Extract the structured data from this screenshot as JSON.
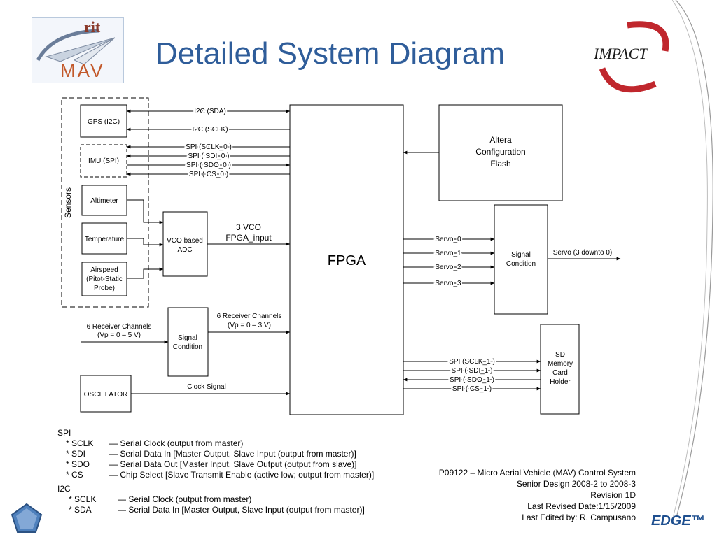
{
  "slide": {
    "title": "Detailed System Diagram",
    "logo_left_text": [
      "rit",
      "MAV"
    ],
    "logo_right_text": "IMPACT",
    "brand": "EDGE™"
  },
  "diagram": {
    "sensors_label": "Sensors",
    "blocks": {
      "gps": "GPS (I2C)",
      "imu": "IMU (SPI)",
      "altimeter": "Altimeter",
      "temperature": "Temperature",
      "airspeed": [
        "Airspeed",
        "(Pitot-Static",
        "Probe)"
      ],
      "vco_adc": [
        "VCO based",
        "ADC"
      ],
      "signal_condition_rx": [
        "Signal",
        "Condition"
      ],
      "oscillator": "OSCILLATOR",
      "fpga": "FPGA",
      "altera": [
        "Altera",
        "Configuration",
        "Flash"
      ],
      "signal_condition_servo": [
        "Signal",
        "Condition"
      ],
      "sd_card": [
        "SD",
        "Memory",
        "Card",
        "Holder"
      ]
    },
    "signals": {
      "i2c_sda": "I2C (SDA)",
      "i2c_sclk": "I2C (SCLK)",
      "spi_sclk_0": "SPI (SCLK_0 )",
      "spi_sdi_0": "SPI ( SDI_0 )",
      "spi_sdo_0": "SPI ( SDO_0 )",
      "spi_cs_0": "SPI (  CS_0 )",
      "vco": [
        "3 VCO",
        "FPGA_input"
      ],
      "rx_in": [
        "6 Receiver Channels",
        "(Vp = 0 – 5 V)"
      ],
      "rx_out": [
        "6 Receiver Channels",
        "(Vp = 0 – 3 V)"
      ],
      "clock": "Clock Signal",
      "servo_0": "Servo_0",
      "servo_1": "Servo_1",
      "servo_2": "Servo_2",
      "servo_3": "Servo_3",
      "servo_out": "Servo (3 downto 0)",
      "spi_sclk_1": "SPI (SCLK_1 )",
      "spi_sdi_1": "SPI ( SDI_1 )",
      "spi_sdo_1": "SPI ( SDO_1 )",
      "spi_cs_1": "SPI (  CS_1 )"
    }
  },
  "legend": {
    "spi_heading": "SPI",
    "spi_items": [
      {
        "key": "* SCLK",
        "desc": "— Serial Clock (output from master)"
      },
      {
        "key": "* SDI",
        "desc": "— Serial Data In [Master Output, Slave Input (output from master)]"
      },
      {
        "key": "* SDO",
        "desc": "— Serial Data Out [Master Input, Slave Output (output from slave)]"
      },
      {
        "key": "* CS",
        "desc": "— Chip Select [Slave Transmit Enable (active low; output from master)]"
      }
    ],
    "i2c_heading": "I2C",
    "i2c_items": [
      {
        "key": "* SCLK",
        "desc": "— Serial Clock (output from master)"
      },
      {
        "key": "* SDA",
        "desc": "— Serial Data In [Master Output, Slave Input (output from master)]"
      }
    ]
  },
  "info": {
    "line1": "P09122 – Micro Aerial Vehicle (MAV) Control System",
    "line2": "Senior Design 2008-2 to 2008-3",
    "line3": "Revision 1D",
    "line4": "Last Revised Date:1/15/2009",
    "line5": "Last Edited by: R. Campusano"
  },
  "colors": {
    "title": "#2f5d9a",
    "edge_brand": "#1e4f8f",
    "impact_red": "#c0272d",
    "hexagon": "#4f81bd"
  }
}
